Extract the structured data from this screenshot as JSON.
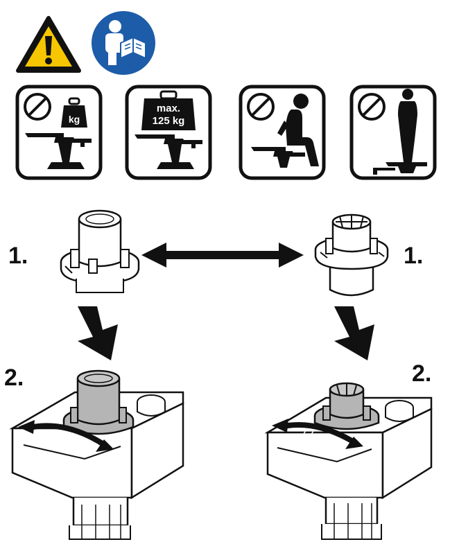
{
  "header": {
    "warning_icon": "warning-triangle-icon",
    "manual_icon": "read-manual-icon"
  },
  "pictograms": [
    {
      "icon": "no-load-on-mechanism-icon",
      "label": "kg"
    },
    {
      "icon": "max-load-icon",
      "label_line1": "max.",
      "label_line2": "125 kg"
    },
    {
      "icon": "no-sitting-icon"
    },
    {
      "icon": "no-standing-icon"
    }
  ],
  "steps": {
    "left_step1": "1.",
    "left_step2": "2.",
    "right_step1": "1.",
    "right_step2": "2."
  },
  "colors": {
    "warning_yellow": "#f7c600",
    "mandatory_blue": "#1d5ca8",
    "line": "#111111",
    "part_gray": "#b5b5b5"
  }
}
